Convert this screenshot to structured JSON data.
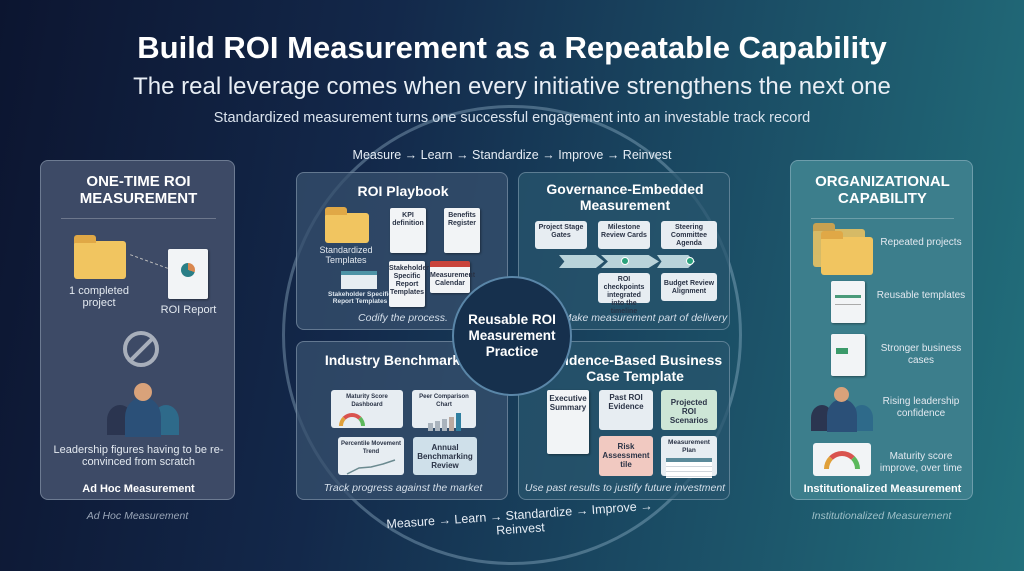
{
  "header": {
    "title": "Build ROI Measurement as a Repeatable Capability",
    "subtitle": "The real leverage comes when every initiative strengthens the next one",
    "tagline": "Standardized measurement turns one successful engagement into an investable track record"
  },
  "cycle": {
    "top": "Measure → Learn → Standardize → Improve → Reinvest",
    "bottom": "Measure → Learn → Standardize → Improve → Reinvest"
  },
  "left_panel": {
    "title": "ONE-TIME ROI MEASUREMENT",
    "project_label": "1 completed project",
    "report_label": "ROI Report",
    "leadership_label": "Leadership figures having to be re-convinced from scratch",
    "footer": "Ad Hoc Measurement",
    "caption": "Ad Hoc Measurement"
  },
  "right_panel": {
    "title": "ORGANIZATIONAL CAPABILITY",
    "items": [
      {
        "icon": "folders-icon",
        "label": "Repeated projects"
      },
      {
        "icon": "template-icon",
        "label": "Reusable templates"
      },
      {
        "icon": "business-case-icon",
        "label": "Stronger business cases"
      },
      {
        "icon": "leadership-icon",
        "label": "Rising leadership confidence"
      },
      {
        "icon": "gauge-icon",
        "label": "Maturity score improve, over time"
      }
    ],
    "footer": "Institutionalized Measurement",
    "caption": "Institutionalized Measurement"
  },
  "center": {
    "label": "Reusable ROI Measurement Practice"
  },
  "playbook": {
    "title": "ROI Playbook",
    "templates_label": "Standardized Templates",
    "kpi": "KPI definition",
    "benefits": "Benefits Register",
    "stakeholder_small": "Stakeholder Specific Report Templates",
    "stakeholder_doc": "Stakeholder Specific Report Templates",
    "calendar": "Measurement Calendar",
    "caption": "Codify the process."
  },
  "governance": {
    "title": "Governance-Embedded Measurement",
    "top_cards": [
      "Project Stage Gates",
      "Milestone Review Cards",
      "Steering Committee Agenda"
    ],
    "bottom_cards": [
      "ROI checkpoints integrated into the timeline",
      "Budget Review Alignment"
    ],
    "caption": "Make measurement part of delivery"
  },
  "benchmarking": {
    "title": "Industry Benchmarking",
    "cards": [
      "Maturity Score Dashboard",
      "Peer Comparison Chart",
      "Percentile Movement Trend",
      "Annual Benchmarking Review"
    ],
    "caption": "Track progress against the market"
  },
  "business_case": {
    "title": "Evidence-Based Business Case Template",
    "cards": [
      "Executive Summary",
      "Past ROI Evidence",
      "Projected ROI Scenarios",
      "Risk Assessment tile",
      "Measurement Plan"
    ],
    "caption": "Use past results to justify future investment"
  },
  "colors": {
    "folder": "#f1c560",
    "left_panel": "#3d4a66",
    "right_panel": "#3c7e8c",
    "accent_green": "#2aa27c"
  }
}
